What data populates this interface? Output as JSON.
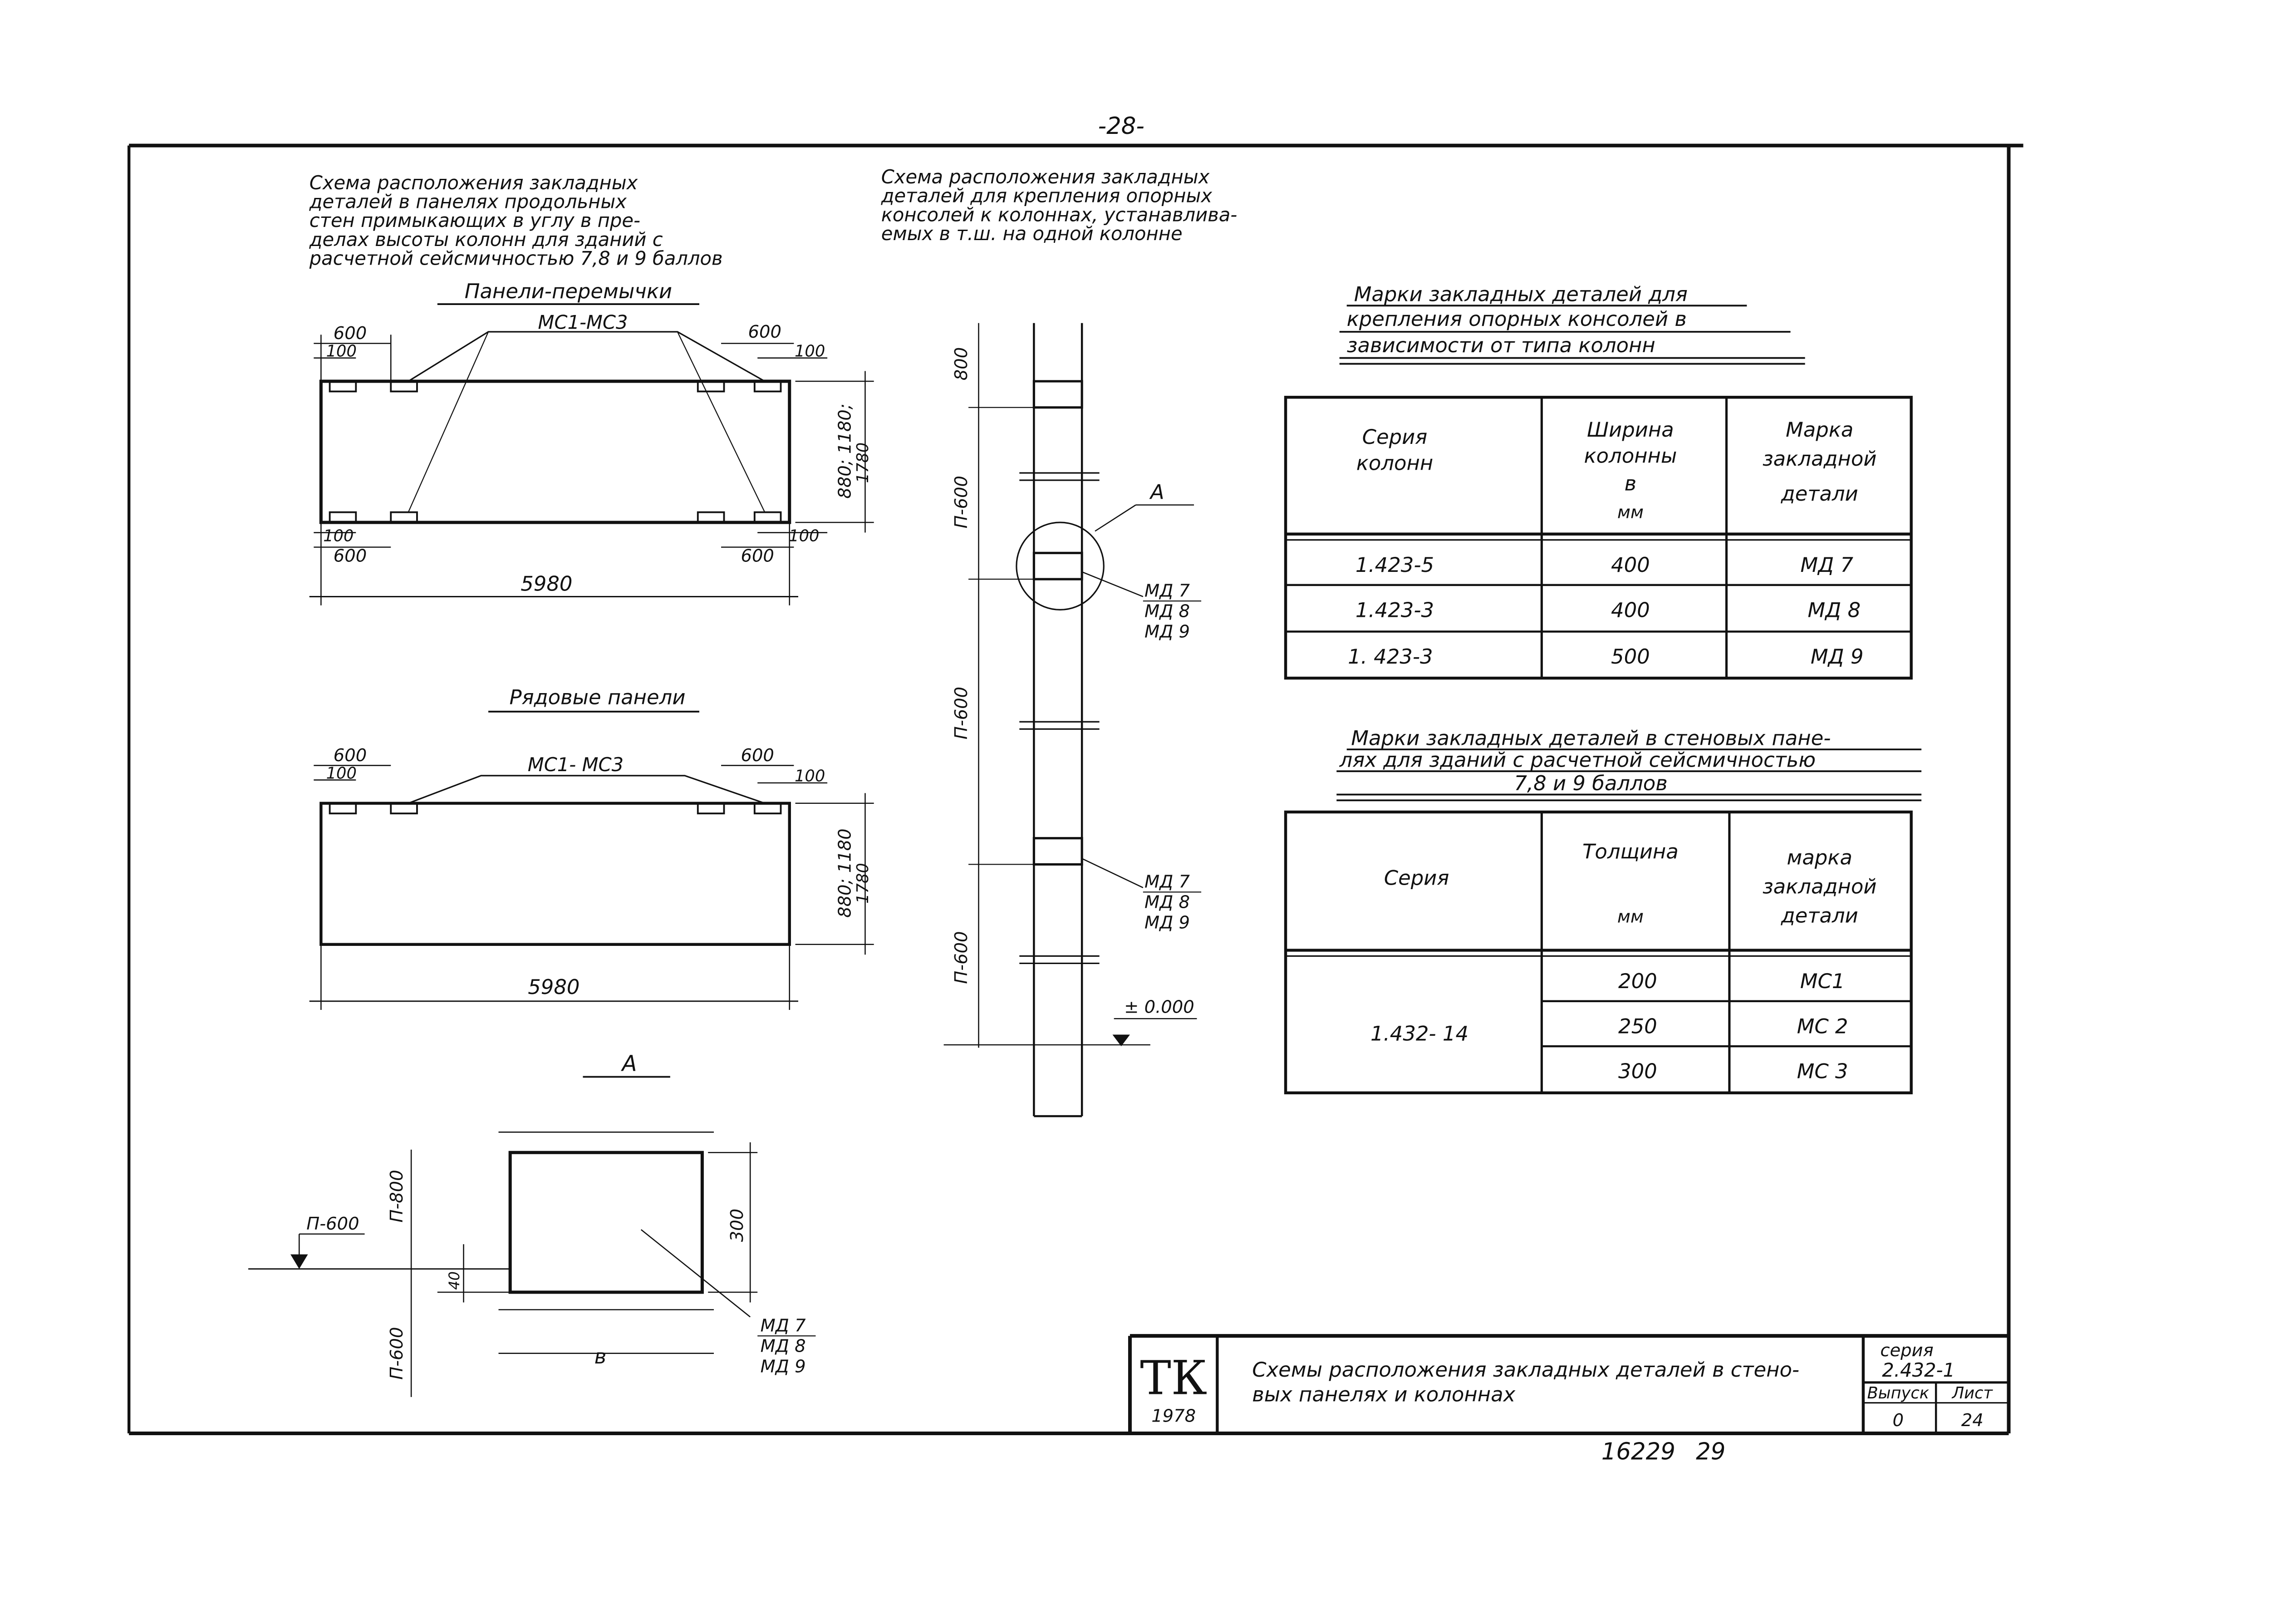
{
  "page_number": "-28-",
  "notes": {
    "panels_title": [
      "Схема расположения закладных",
      "деталей в панелях продольных",
      "стен примыкающих в углу в пре-",
      "делах высоты колонн для зданий с",
      "расчетной сейсмичностью 7,8 и 9 баллов"
    ],
    "column_title": [
      "Схема расположения закладных",
      "деталей для крепления опорных",
      "консолей к колоннах, устанавлива-",
      "емых в т.ш. на одной колонне"
    ]
  },
  "lintel_panel": {
    "title": "Панели-перемычки",
    "mark": "МС1-МС3",
    "dim_600": "600",
    "dim_100": "100",
    "dim_height": "880; 1180;",
    "dim_height2": "1780",
    "dim_length": "5980"
  },
  "row_panel": {
    "title": "Рядовые панели",
    "mark": "МС1- МС3",
    "dim_600": "600",
    "dim_100": "100",
    "dim_height": "880; 1180",
    "dim_height2": "1780",
    "dim_length": "5980"
  },
  "detail_a": {
    "title": "А",
    "level": "П-600",
    "dim_top": "П-800",
    "dim_bottom": "П-600",
    "dim_side": "300",
    "dim_small": "40",
    "width_label": "в",
    "marks": [
      "МД 7",
      "МД 8",
      "МД 9"
    ]
  },
  "column": {
    "dim_top": "800",
    "dim_segment": "П-600",
    "callout": "А",
    "marks": [
      "МД 7",
      "МД 8",
      "МД 9"
    ],
    "zero_level": "± 0.000"
  },
  "table1": {
    "title_lines": [
      "Марки закладных деталей для",
      "крепления опорных консолей в",
      "зависимости от типа колонн"
    ],
    "headers": [
      [
        "Серия",
        "колонн"
      ],
      [
        "Ширина",
        "колонны",
        "в",
        "мм"
      ],
      [
        "Марка",
        "закладной",
        "детали"
      ]
    ],
    "rows": [
      [
        "1.423-5",
        "400",
        "МД 7"
      ],
      [
        "1.423-3",
        "400",
        "МД 8"
      ],
      [
        "1. 423-3",
        "500",
        "МД 9"
      ]
    ]
  },
  "table2": {
    "title_lines": [
      "Марки закладных деталей в стеновых пане-",
      "лях для зданий с расчетной сейсмичностью",
      "7,8 и 9 баллов"
    ],
    "headers": [
      [
        "Серия"
      ],
      [
        "Толщина",
        "мм"
      ],
      [
        "марка",
        "закладной",
        "детали"
      ]
    ],
    "series": "1.432- 14",
    "rows": [
      [
        "200",
        "МС1"
      ],
      [
        "250",
        "МС 2"
      ],
      [
        "300",
        "МС 3"
      ]
    ]
  },
  "title_block": {
    "logo": "ТК",
    "year": "1978",
    "title": [
      "Схемы расположения закладных деталей в стено-",
      "вых панелях и колоннах"
    ],
    "series_label": "серия",
    "series_value": "2.432-1",
    "issue_label": "Выпуск",
    "issue_value": "0",
    "sheet_label": "Лист",
    "sheet_value": "24"
  },
  "stamp": "16229",
  "stamp_page": "29"
}
